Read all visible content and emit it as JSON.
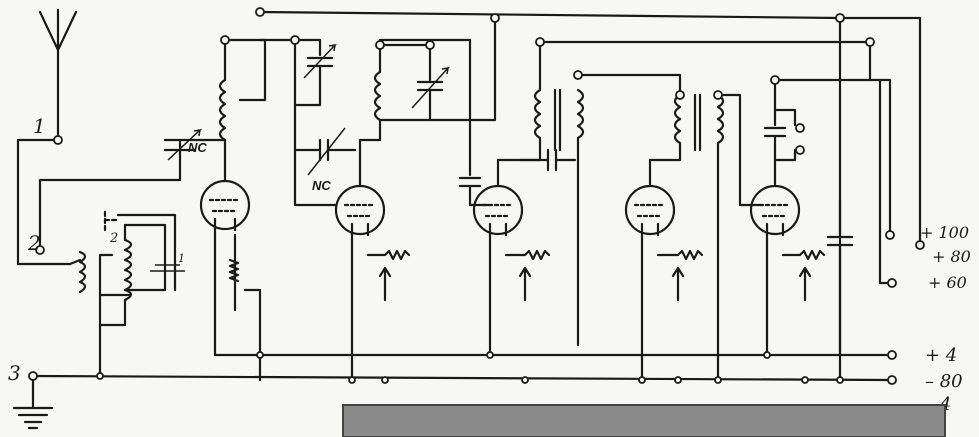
{
  "terminals": {
    "t1": "1",
    "t2": "2",
    "t3": "3"
  },
  "nc": {
    "nc1": "NC",
    "nc2": "NC"
  },
  "coil_labels": {
    "small_2": "2",
    "small_1": "1"
  },
  "supply": {
    "plus100": "+ 100",
    "plus80": "+ 80",
    "plus60": "+ 60",
    "plus4": "+ 4",
    "minus80": "– 80",
    "minus4": "– 4"
  },
  "colors": {
    "ink": "#1a1a1a",
    "paper": "#f7f7f5",
    "photo_strip": "#8a8a8a"
  }
}
